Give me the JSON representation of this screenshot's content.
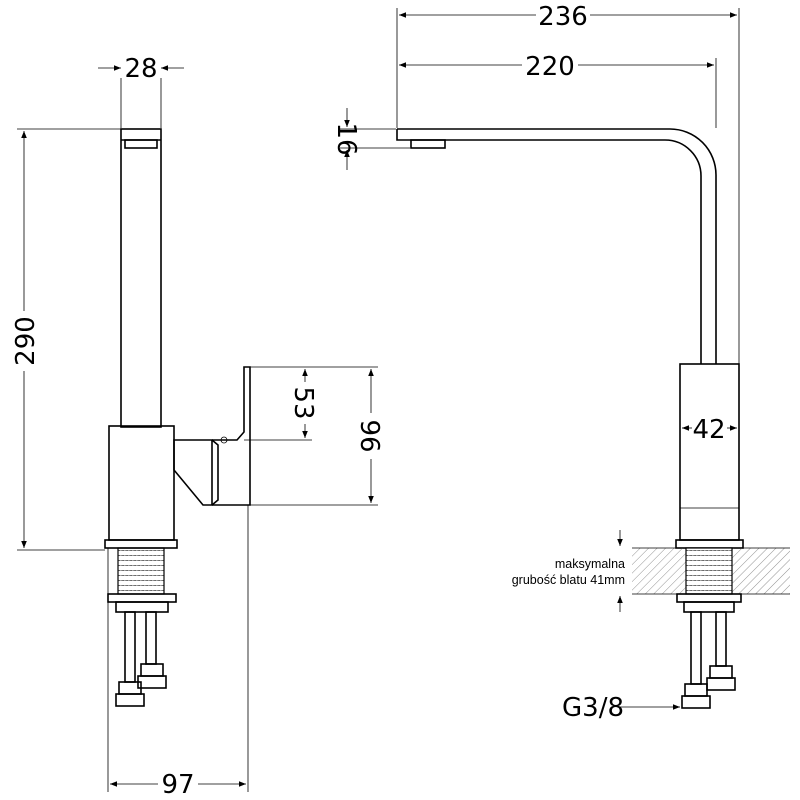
{
  "dimensions": {
    "top_width": "28",
    "height": "290",
    "lever_upper": "53",
    "lever_total": "96",
    "base_depth": "97",
    "reach_total": "236",
    "reach_spout": "220",
    "spout_thickness": "16",
    "body_width": "42"
  },
  "notes": {
    "max_line1": "maksymalna",
    "max_line2": "grubość blatu 41mm",
    "thread": "G3/8"
  }
}
